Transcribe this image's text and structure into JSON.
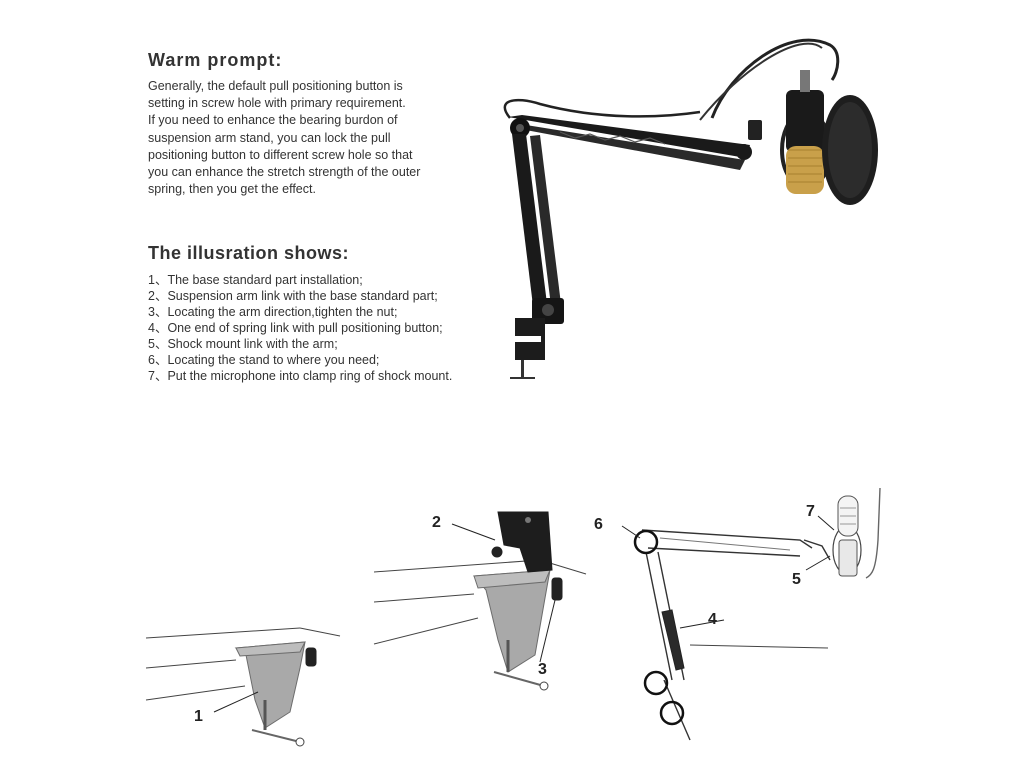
{
  "warm_prompt": {
    "heading": "Warm prompt:",
    "lines": [
      "Generally, the default pull positioning  button is",
      "setting in screw hole with primary requirement.",
      "If you need to enhance the bearing burdon of",
      "suspension arm stand, you can lock the pull",
      "positioning button to different screw hole so that",
      "you can enhance the stretch strength of the outer",
      "spring, then you get the effect."
    ]
  },
  "illustration": {
    "heading": "The illusration shows:",
    "steps": [
      "1、The base standard part installation;",
      "2、Suspension arm link with the base standard part;",
      "3、Locating the arm direction,tighten the nut;",
      "4、One end of spring link with pull positioning button;",
      "5、Shock mount link with the arm;",
      "6、Locating the stand to where you need;",
      "7、Put the microphone into clamp ring of shock mount."
    ]
  },
  "callouts": [
    "1",
    "2",
    "3",
    "4",
    "5",
    "6",
    "7"
  ],
  "colors": {
    "text": "#333333",
    "arm": "#1a1a1a",
    "mic_gold": "#c9a04a",
    "clamp_grey": "#a9a9a9",
    "line": "#555555"
  }
}
